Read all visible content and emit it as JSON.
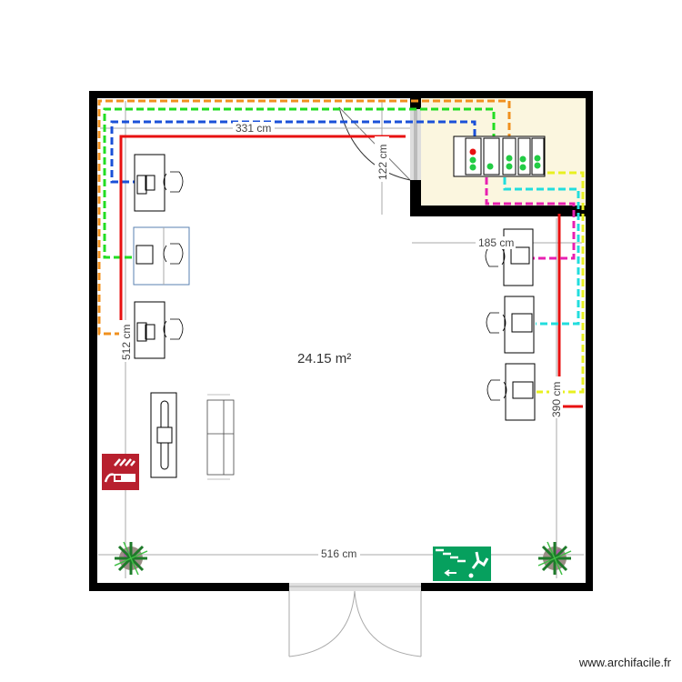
{
  "plan": {
    "area_label": "24.15 m²",
    "dimensions": {
      "top_width": "331 cm",
      "niche_height": "122 cm",
      "right_width": "185 cm",
      "left_height": "512 cm",
      "right_height": "390 cm",
      "bottom_width": "516 cm"
    },
    "colors": {
      "wall": "#000000",
      "server_room_fill": "#fbf6df",
      "cable_orange": "#f0901e",
      "cable_green": "#22dd22",
      "cable_blue": "#1a50d8",
      "cable_red": "#e81010",
      "cable_magenta": "#e820b0",
      "cable_cyan": "#22dddd",
      "cable_yellow": "#e8f020",
      "fire_sign": "#b8202e",
      "exit_sign": "#06a05e"
    },
    "symbols": [
      "workstation-desk",
      "office-chair",
      "server-rack",
      "fire-extinguisher-sign",
      "emergency-exit-sign",
      "plant",
      "sofa",
      "table",
      "double-door",
      "single-door"
    ]
  },
  "footer": {
    "watermark": "www.archifacile.fr"
  }
}
